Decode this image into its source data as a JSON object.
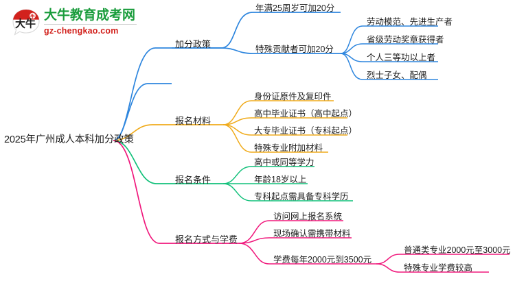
{
  "logo": {
    "mark_text": "大牛",
    "name_cn": "大牛教育成考网",
    "name_en": "gz-chengkao.com",
    "color_green": "#1a9c3c",
    "color_red": "#d2221d"
  },
  "mindmap": {
    "root": {
      "label": "2025年广州成人本科加分政策"
    },
    "colors": {
      "blue": "#2e86de",
      "orange": "#f0ab1b",
      "green": "#11c07a",
      "pink": "#f0187c"
    },
    "branches": [
      {
        "label": "加分政策",
        "color": "blue",
        "children": [
          {
            "label": "年满25周岁可加20分",
            "children": []
          },
          {
            "label": "特殊贡献者可加20分",
            "children": [
              {
                "label": "劳动模范、先进生产者"
              },
              {
                "label": "省级劳动奖章获得者"
              },
              {
                "label": "个人三等功以上者"
              },
              {
                "label": "烈士子女、配偶"
              }
            ]
          }
        ]
      },
      {
        "label": "报名材料",
        "color": "orange",
        "children": [
          {
            "label": "身份证原件及复印件",
            "children": []
          },
          {
            "label": "高中毕业证书（高中起点）",
            "children": []
          },
          {
            "label": "大专毕业证书（专科起点）",
            "children": []
          },
          {
            "label": "特殊专业附加材料",
            "children": []
          }
        ]
      },
      {
        "label": "报名条件",
        "color": "green",
        "children": [
          {
            "label": "高中或同等学力",
            "children": []
          },
          {
            "label": "年龄18岁以上",
            "children": []
          },
          {
            "label": "专科起点需具备专科学历",
            "children": []
          }
        ]
      },
      {
        "label": "报名方式与学费",
        "color": "pink",
        "children": [
          {
            "label": "访问网上报名系统",
            "children": []
          },
          {
            "label": "现场确认需携带材料",
            "children": []
          },
          {
            "label": "学费每年2000元到3500元",
            "children": [
              {
                "label": "普通类专业2000元至3000元"
              },
              {
                "label": "特殊专业学费较高"
              }
            ]
          }
        ]
      }
    ]
  }
}
